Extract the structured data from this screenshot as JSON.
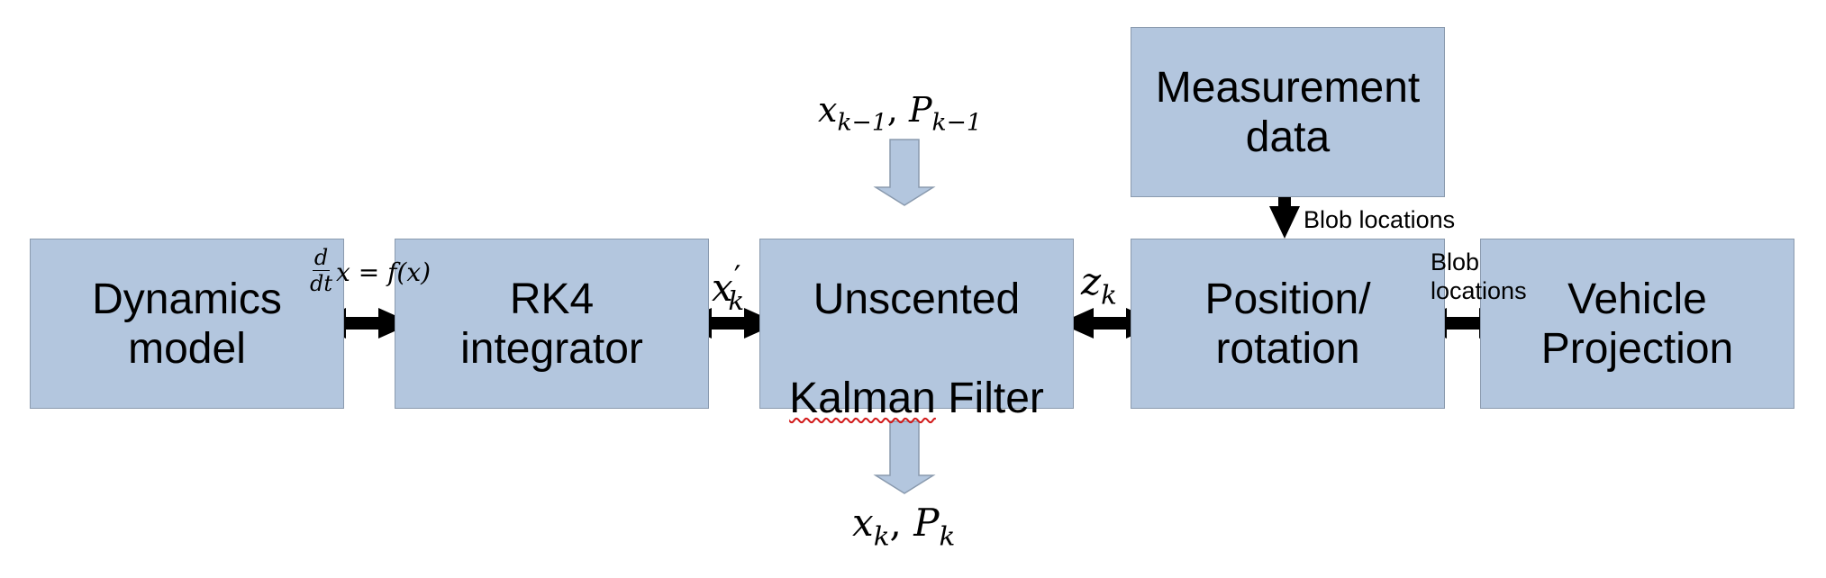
{
  "blocks": {
    "dynamics": "Dynamics\nmodel",
    "rk4": "RK4\nintegrator",
    "ukf_line1": "Unscented",
    "ukf_line2_word": "Kalman",
    "ukf_line2_rest": " Filter",
    "position": "Position/\nrotation",
    "vehicle": "Vehicle\nProjection",
    "measurement": "Measurement\ndata"
  },
  "math": {
    "prev_x": "x",
    "prev_x_sub": "k−1",
    "prev_p": "P",
    "prev_p_sub": "k−1",
    "out_x": "x",
    "out_x_sub": "k",
    "out_p": "P",
    "out_p_sub": "k",
    "xk": "x",
    "xk_sub": "k",
    "xk_prime": "′",
    "zk": "z",
    "zk_sub": "k",
    "ode_num": "d",
    "ode_den": "dt",
    "ode_rest": "x = f(x)"
  },
  "labels": {
    "blob_locations_top": "Blob locations",
    "blob_locations_side": "Blob\nlocations"
  },
  "colors": {
    "box_fill": "#b3c6de",
    "box_border": "#8a9aae",
    "arrow_fill": "#000000",
    "io_arrow_fill": "#b3c6de"
  }
}
